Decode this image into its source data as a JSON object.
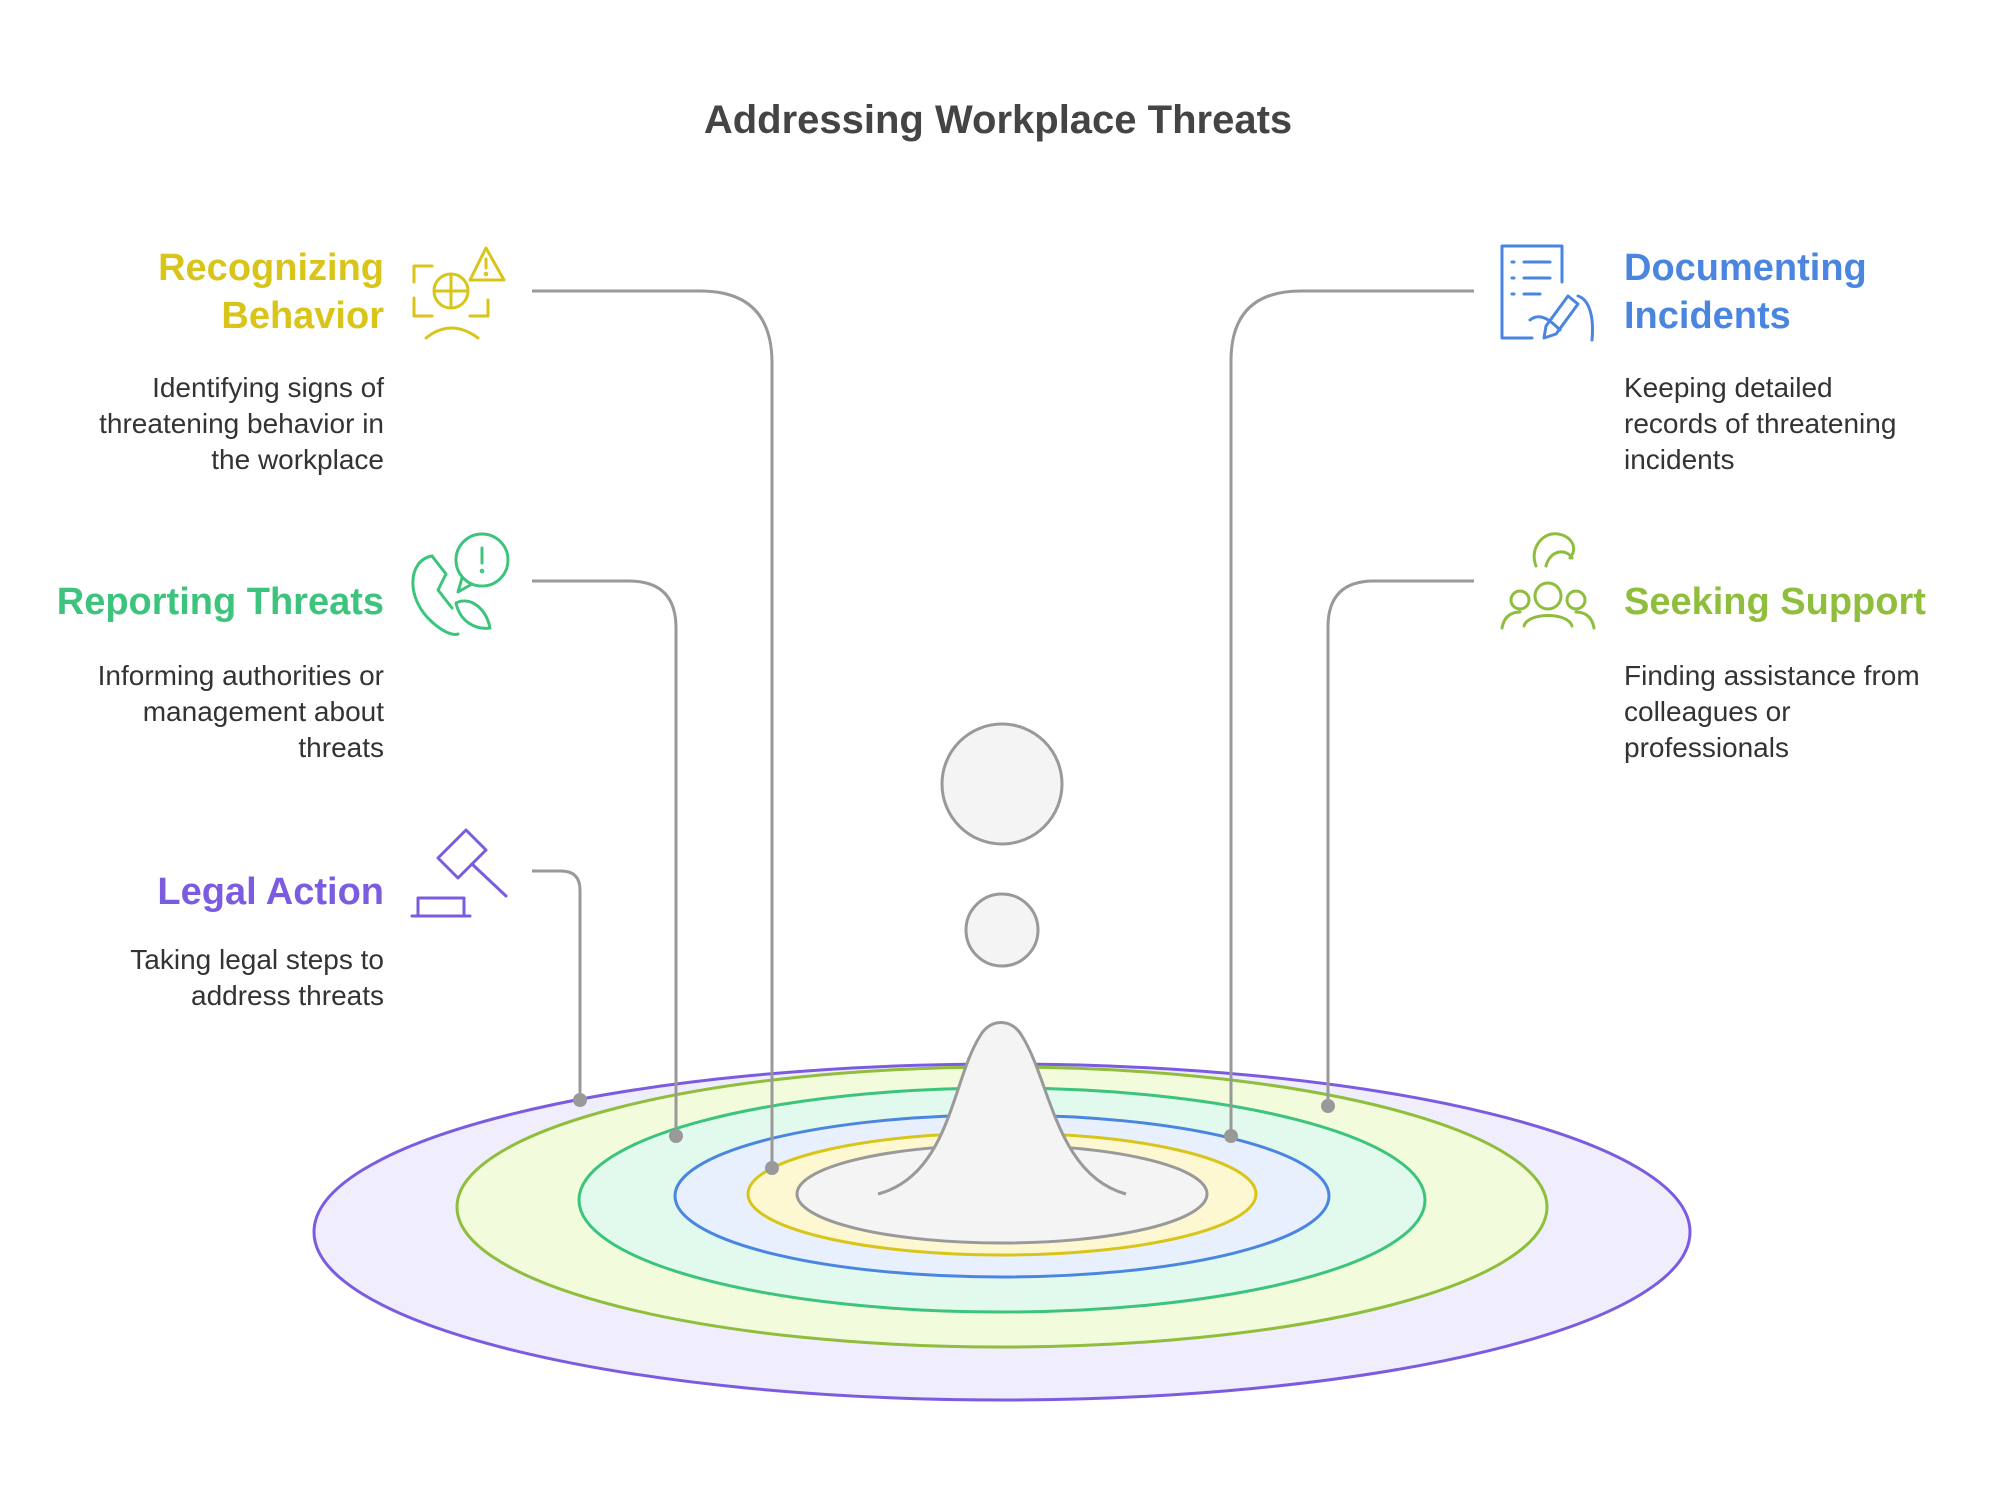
{
  "title": "Addressing Workplace Threats",
  "colors": {
    "recognizing": "#d9c51a",
    "reporting": "#3cc47c",
    "legal": "#7b5ce0",
    "documenting": "#4a86e0",
    "support": "#8fbd3c",
    "connector": "#999999",
    "outline": "#999999"
  },
  "items": {
    "recognizing": {
      "heading_line1": "Recognizing",
      "heading_line2": "Behavior",
      "desc_line1": "Identifying signs of",
      "desc_line2": "threatening behavior in",
      "desc_line3": "the workplace",
      "icon": "face-scan-warning-icon"
    },
    "reporting": {
      "heading_line1": "Reporting Threats",
      "desc_line1": "Informing authorities or",
      "desc_line2": "management about",
      "desc_line3": "threats",
      "icon": "phone-alert-icon"
    },
    "legal": {
      "heading_line1": "Legal Action",
      "desc_line1": "Taking legal steps to",
      "desc_line2": "address threats",
      "icon": "gavel-icon"
    },
    "documenting": {
      "heading_line1": "Documenting",
      "heading_line2": "Incidents",
      "desc_line1": "Keeping detailed",
      "desc_line2": "records of threatening",
      "desc_line3": "incidents",
      "icon": "document-pen-icon"
    },
    "support": {
      "heading_line1": "Seeking Support",
      "desc_line1": "Finding assistance from",
      "desc_line2": "colleagues or",
      "desc_line3": "professionals",
      "icon": "group-support-icon"
    }
  }
}
